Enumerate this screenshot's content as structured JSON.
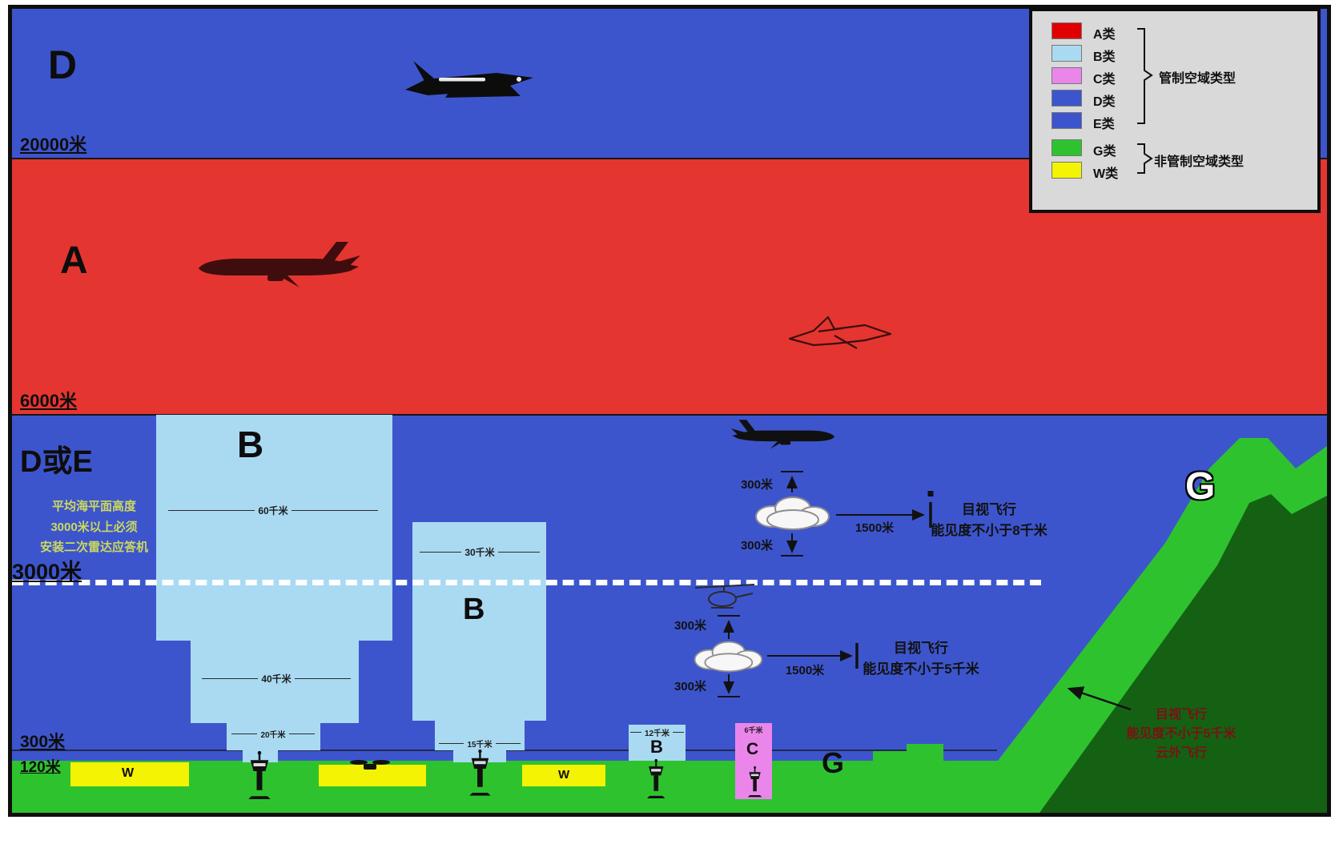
{
  "diagram": {
    "regions": {
      "d_upper": "D",
      "a": "A",
      "d_or_e": "D或E",
      "g_mountain": "G",
      "g_surface": "G"
    },
    "altitude_labels": {
      "m20000": "20000米",
      "m6000": "6000米",
      "m3000": "3000米",
      "m300": "300米",
      "m120": "120米"
    },
    "towers": {
      "big_b": {
        "label": "B",
        "width_top": "60千米",
        "width_mid": "40千米",
        "width_low": "20千米"
      },
      "mid_b": {
        "label": "B",
        "width_top": "30千米",
        "width_low": "15千米"
      },
      "small_b": {
        "label": "B",
        "width_top": "12千米"
      },
      "c": {
        "label": "C",
        "width_top": "6千米"
      }
    },
    "w_zones": {
      "left": "W",
      "right": "W"
    },
    "notes": {
      "transponder": [
        "平均海平面高度",
        "3000米以上必须",
        "安装二次雷达应答机"
      ],
      "vfr_upper": [
        "目视飞行",
        "能见度不小于8千米"
      ],
      "vfr_lower": [
        "目视飞行",
        "能见度不小于5千米"
      ],
      "vfr_mountain": [
        "目视飞行",
        "能见度不小于5千米",
        "云外飞行"
      ]
    },
    "dimensions": {
      "upper_above": "300米",
      "upper_below": "300米",
      "upper_horiz": "1500米",
      "lower_above": "300米",
      "lower_below": "300米",
      "lower_horiz": "1500米"
    }
  },
  "legend": {
    "items": [
      {
        "label": "A类",
        "color": "#e00000"
      },
      {
        "label": "B类",
        "color": "#aadaf2"
      },
      {
        "label": "C类",
        "color": "#ea86ea"
      },
      {
        "label": "D类",
        "color": "#3d55cc"
      },
      {
        "label": "E类",
        "color": "#3d55cc"
      },
      {
        "label": "G类",
        "color": "#2ec32e"
      },
      {
        "label": "W类",
        "color": "#f3f303"
      }
    ],
    "controlled_label": "管制空域类型",
    "uncontrolled_label": "非管制空域类型"
  },
  "colors": {
    "class_a_red": "#e53530",
    "class_b_lightblue": "#aadaf2",
    "class_c_magenta": "#ea86ea",
    "class_d_e_blue": "#3d55cc",
    "class_g_green": "#2ec32e",
    "mountain_dark_green": "#146114",
    "class_w_yellow": "#f3f303",
    "legend_bg": "#d9d9d9"
  }
}
